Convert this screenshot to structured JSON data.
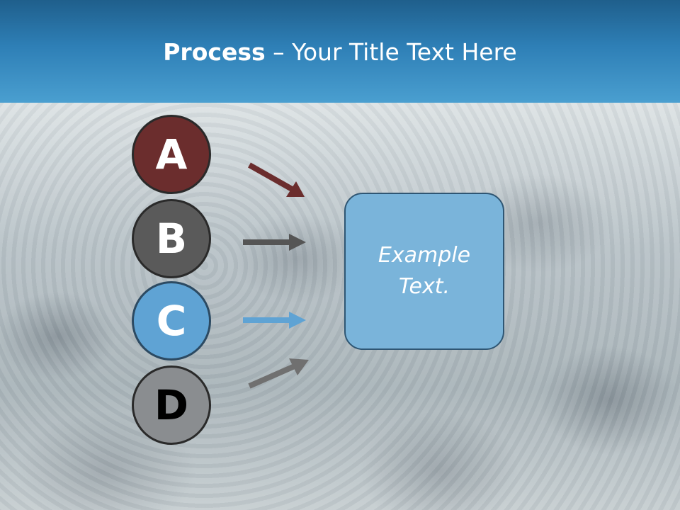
{
  "slide": {
    "title_bold": "Process",
    "title_rest": " – Your Title Text Here"
  },
  "steps": [
    {
      "label": "A",
      "color": "#6b2d2d"
    },
    {
      "label": "B",
      "color": "#5a5a5a"
    },
    {
      "label": "C",
      "color": "#5fa3d4"
    },
    {
      "label": "D",
      "color": "#8a8d90"
    }
  ],
  "arrow_colors": [
    "#6b2d2d",
    "#555555",
    "#5fa3d4",
    "#707070"
  ],
  "box": {
    "text": "Example Text.",
    "fill": "#7ab4da"
  },
  "colors": {
    "header": "#2e7fb6"
  }
}
